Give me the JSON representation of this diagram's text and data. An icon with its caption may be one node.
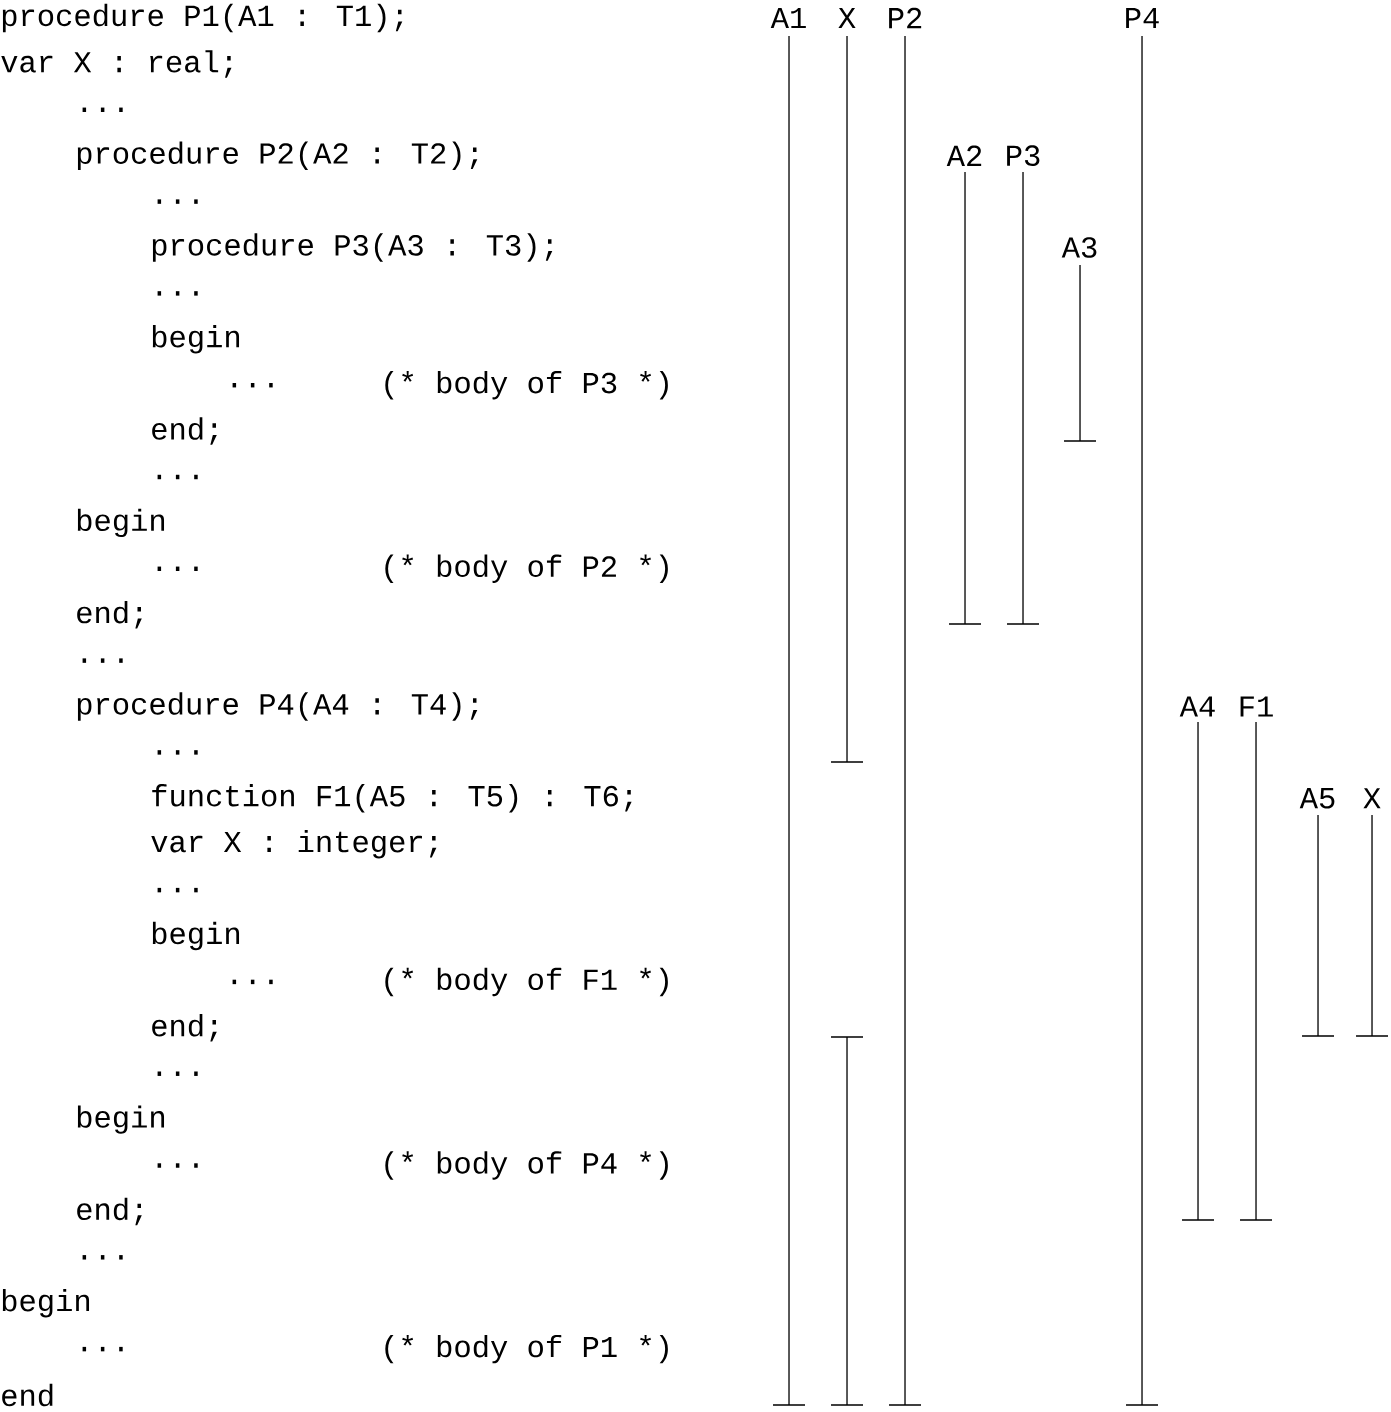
{
  "diagram": {
    "labels": [
      "procedure P1(A1 : T1);",
      "A1",
      "X",
      "P2",
      "P4",
      "var X : real;",
      "...",
      "procedure P2(A2 : T2);",
      "A2",
      "P3",
      "...",
      "procedure P3(A3 : T3);",
      "A3",
      "...",
      "begin",
      "...",
      "(* body of P3 *)",
      "end;",
      "...",
      "begin",
      "...",
      "(* body of P2 *)",
      "end;",
      "...",
      "procedure P4(A4 : T4);",
      "A4",
      "F1",
      "...",
      "function F1(A5 : T5) : T6;",
      "A5",
      "X",
      "var X : integer;",
      "...",
      "begin",
      "...",
      "(* body of F1 *)",
      "end;",
      "...",
      "begin",
      "...",
      "(* body of P4 *)",
      "end;",
      "...",
      "begin",
      "...",
      "(* body of P1 *)",
      "end"
    ]
  }
}
